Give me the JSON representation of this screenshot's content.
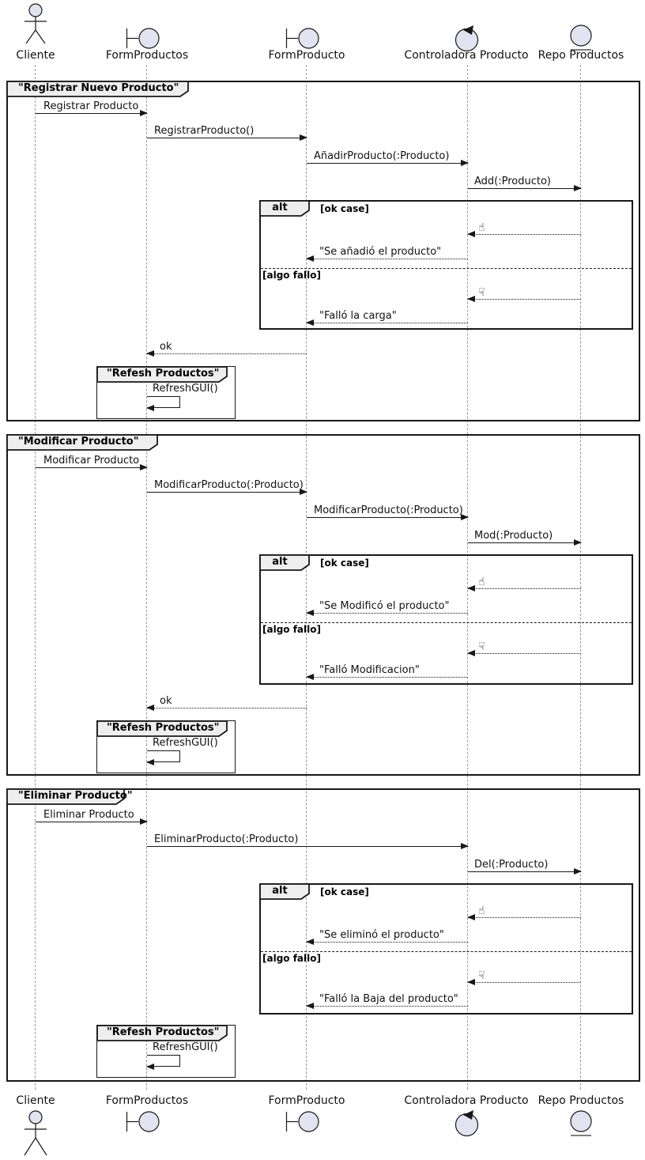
{
  "colors": {
    "stroke": "#181818",
    "participant_fill": "#E2E2F0",
    "header_bg": "#EEEEEE",
    "lifeline": "#999999"
  },
  "icons": {
    "thumb_up": "☝",
    "thumb_down": "☟"
  },
  "participants": [
    {
      "name": "Cliente",
      "type": "actor"
    },
    {
      "name": "FormProductos",
      "type": "boundary"
    },
    {
      "name": "FormProducto",
      "type": "boundary"
    },
    {
      "name": "Controladora Producto",
      "type": "control"
    },
    {
      "name": "Repo Productos",
      "type": "entity"
    }
  ],
  "frames": [
    {
      "title": "\"Registrar Nuevo Producto\"",
      "alt_label": "alt",
      "guard_ok": "[ok case]",
      "guard_fail": "[algo fallo]",
      "messages": {
        "m1": "Registrar Producto",
        "m2": "RegistrarProducto()",
        "m3": "AñadirProducto(:Producto)",
        "m4": "Add(:Producto)",
        "ok_reply": "\"Se añadió el producto\"",
        "fail_reply": "\"Falló la carga\"",
        "ret": "ok"
      },
      "group": {
        "title": "\"Refesh Productos\"",
        "message": "RefreshGUI()"
      }
    },
    {
      "title": "\"Modificar Producto\"",
      "alt_label": "alt",
      "guard_ok": "[ok case]",
      "guard_fail": "[algo fallo]",
      "messages": {
        "m1": "Modificar Producto",
        "m2": "ModificarProducto(:Producto)",
        "m3": "ModificarProducto(:Producto)",
        "m4": "Mod(:Producto)",
        "ok_reply": "\"Se Modificó el producto\"",
        "fail_reply": "\"Falló Modificacion\"",
        "ret": "ok"
      },
      "group": {
        "title": "\"Refesh Productos\"",
        "message": "RefreshGUI()"
      }
    },
    {
      "title": "\"Eliminar Producto\"",
      "alt_label": "alt",
      "guard_ok": "[ok case]",
      "guard_fail": "[algo fallo]",
      "messages": {
        "m1": "Eliminar Producto",
        "m2": "EliminarProducto(:Producto)",
        "m3": "Del(:Producto)",
        "ok_reply": "\"Se eliminó el producto\"",
        "fail_reply": "\"Falló la Baja del producto\""
      },
      "group": {
        "title": "\"Refesh Productos\"",
        "message": "RefreshGUI()"
      }
    }
  ]
}
